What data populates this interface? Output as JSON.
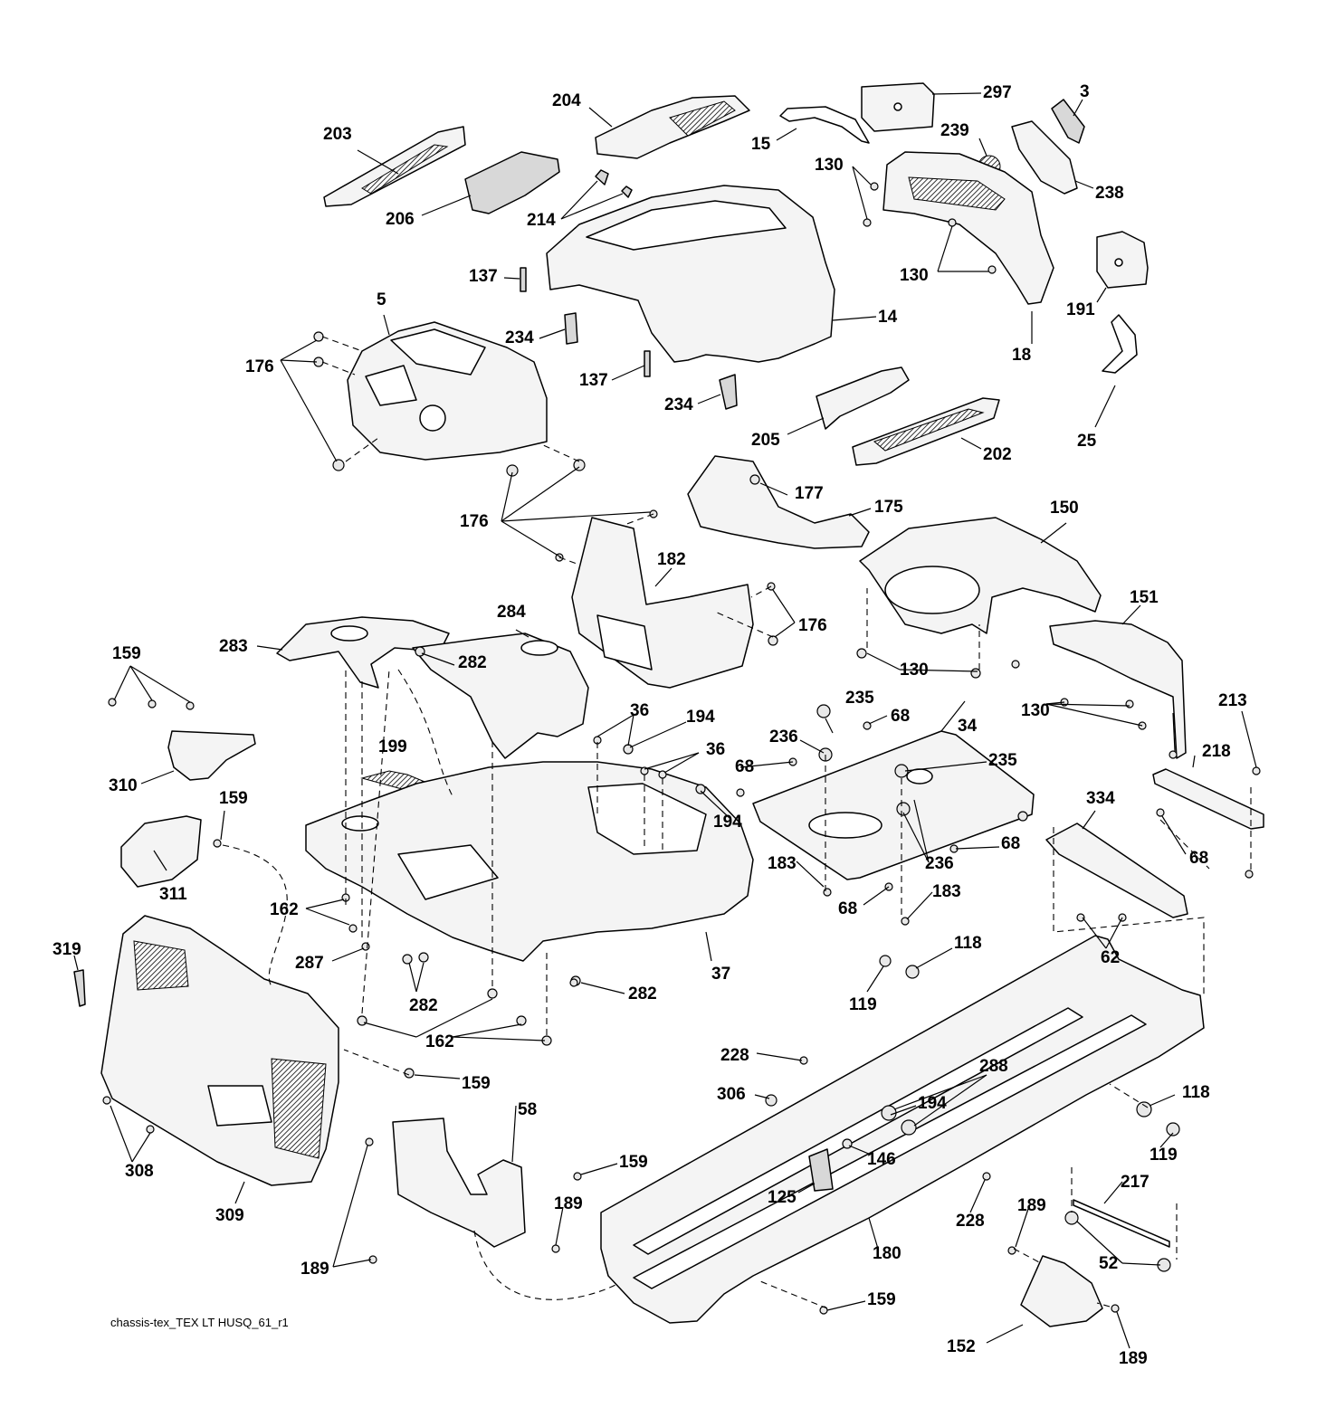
{
  "diagram": {
    "caption": "chassis-tex_TEX LT HUSQ_61_r1",
    "callouts": {
      "c297": "297",
      "c3": "3",
      "c204": "204",
      "c203": "203",
      "c15": "15",
      "c239": "239",
      "c238": "238",
      "c130a": "130",
      "c206": "206",
      "c214": "214",
      "c130b": "130",
      "c137a": "137",
      "c191": "191",
      "c5": "5",
      "c14": "14",
      "c18": "18",
      "c234a": "234",
      "c176a": "176",
      "c137b": "137",
      "c234b": "234",
      "c205": "205",
      "c202": "202",
      "c25": "25",
      "c177": "177",
      "c175": "175",
      "c150": "150",
      "c176b": "176",
      "c182": "182",
      "c151": "151",
      "c176c": "176",
      "c283": "283",
      "c284": "284",
      "c282a": "282",
      "c159a": "159",
      "c130c": "130",
      "c130d": "130",
      "c235a": "235",
      "c68a": "68",
      "c213": "213",
      "c36a": "36",
      "c194a": "194",
      "c236a": "236",
      "c34": "34",
      "c36b": "36",
      "c218": "218",
      "c199": "199",
      "c68b": "68",
      "c235b": "235",
      "c310": "310",
      "c159b": "159",
      "c194b": "194",
      "c334": "334",
      "c68c": "68",
      "c236b": "236",
      "c68d": "68",
      "c311": "311",
      "c183a": "183",
      "c183b": "183",
      "c162a": "162",
      "c68e": "68",
      "c62": "62",
      "c319": "319",
      "c287": "287",
      "c118a": "118",
      "c37": "37",
      "c282b": "282",
      "c119a": "119",
      "c282c": "282",
      "c162b": "162",
      "c159c": "159",
      "c228a": "228",
      "c288": "288",
      "c118b": "118",
      "c306": "306",
      "c194c": "194",
      "c308": "308",
      "c58": "58",
      "c146": "146",
      "c119b": "119",
      "c159d": "159",
      "c217": "217",
      "c125": "125",
      "c309": "309",
      "c189a": "189",
      "c228b": "228",
      "c189b": "189",
      "c180": "180",
      "c52": "52",
      "c189c": "189",
      "c159e": "159",
      "c152": "152",
      "c189d": "189"
    }
  }
}
